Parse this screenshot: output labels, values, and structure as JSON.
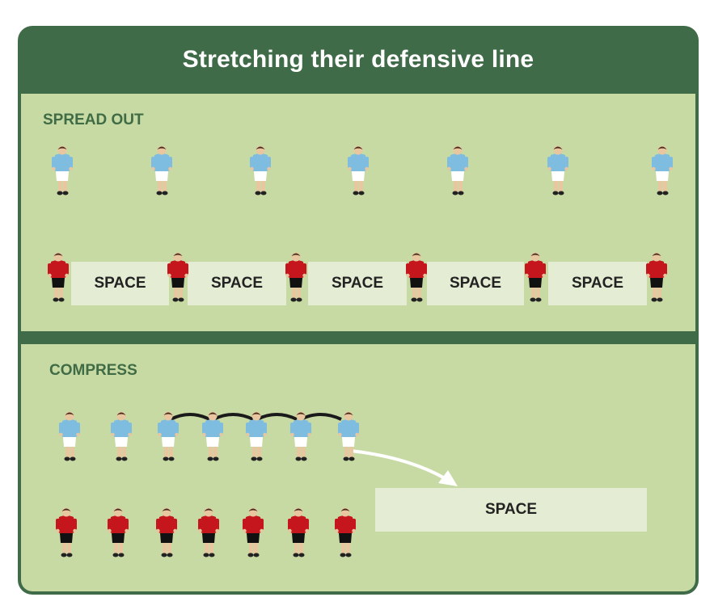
{
  "title": "Stretching their defensive line",
  "sections": [
    {
      "label": "SPREAD OUT",
      "space_labels": [
        "SPACE",
        "SPACE",
        "SPACE",
        "SPACE",
        "SPACE"
      ]
    },
    {
      "label": "COMPRESS",
      "space_labels": [
        "SPACE"
      ]
    }
  ],
  "colors": {
    "frame": "#406b48",
    "panel": "#c8daa4",
    "space_box": "#e4edd3",
    "attacker_shirt": "#7fbde0",
    "defender_shirt": "#c4161c",
    "pass_line": "#1a1a1a",
    "run_arrow": "#ffffff"
  }
}
